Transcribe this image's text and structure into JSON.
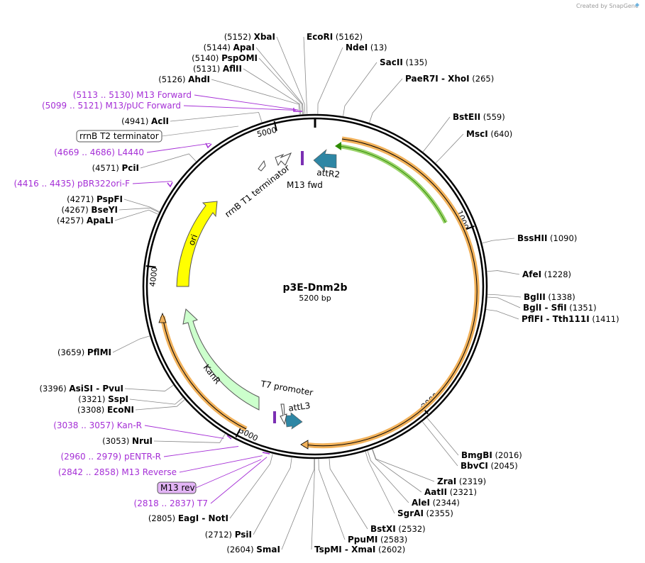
{
  "credit": "Created by SnapGene",
  "plasmid": {
    "name": "p3E-Dnm2b",
    "size_label": "5200 bp",
    "length": 5200
  },
  "ticks": [
    {
      "pos": 1000,
      "label": "1000"
    },
    {
      "pos": 2000,
      "label": "2000"
    },
    {
      "pos": 3000,
      "label": "3000"
    },
    {
      "pos": 4000,
      "label": "4000"
    },
    {
      "pos": 5000,
      "label": "5000"
    }
  ],
  "sites": [
    {
      "pos": 5152,
      "pre": "(5152)",
      "name": "XbaI",
      "anchor": "end"
    },
    {
      "pos": 5144,
      "pre": "(5144)",
      "name": "ApaI",
      "anchor": "end"
    },
    {
      "pos": 5140,
      "pre": "(5140)",
      "name": "PspOMI",
      "anchor": "end"
    },
    {
      "pos": 5131,
      "pre": "(5131)",
      "name": "AflII",
      "anchor": "end"
    },
    {
      "pos": 5126,
      "pre": "(5126)",
      "name": "AhdI",
      "anchor": "end"
    },
    {
      "pos": 4941,
      "pre": "(4941)",
      "name": "AclI",
      "anchor": "end"
    },
    {
      "pos": 4571,
      "pre": "(4571)",
      "name": "PciI",
      "anchor": "end"
    },
    {
      "pos": 4271,
      "pre": "(4271)",
      "name": "PspFI",
      "anchor": "end"
    },
    {
      "pos": 4267,
      "pre": "(4267)",
      "name": "BseYI",
      "anchor": "end"
    },
    {
      "pos": 4257,
      "pre": "(4257)",
      "name": "ApaLI",
      "anchor": "end"
    },
    {
      "pos": 3659,
      "pre": "(3659)",
      "name": "PflMI",
      "anchor": "end"
    },
    {
      "pos": 3396,
      "pre": "(3396)",
      "name": "AsiSI - PvuI",
      "anchor": "end"
    },
    {
      "pos": 3321,
      "pre": "(3321)",
      "name": "SspI",
      "anchor": "end"
    },
    {
      "pos": 3308,
      "pre": "(3308)",
      "name": "EcoNI",
      "anchor": "end"
    },
    {
      "pos": 3053,
      "pre": "(3053)",
      "name": "NruI",
      "anchor": "end"
    },
    {
      "pos": 2805,
      "pre": "(2805)",
      "name": "EagI - NotI",
      "anchor": "end"
    },
    {
      "pos": 2712,
      "pre": "(2712)",
      "name": "PsiI",
      "anchor": "end"
    },
    {
      "pos": 2604,
      "pre": "(2604)",
      "name": "SmaI",
      "anchor": "end"
    },
    {
      "pos": 5162,
      "name": "EcoRI",
      "post": "(5162)",
      "anchor": "start"
    },
    {
      "pos": 13,
      "name": "NdeI",
      "post": "(13)",
      "anchor": "start"
    },
    {
      "pos": 135,
      "name": "SacII",
      "post": "(135)",
      "anchor": "start"
    },
    {
      "pos": 265,
      "name": "PaeR7I - XhoI",
      "post": "(265)",
      "anchor": "start"
    },
    {
      "pos": 559,
      "name": "BstEII",
      "post": "(559)",
      "anchor": "start"
    },
    {
      "pos": 640,
      "name": "MscI",
      "post": "(640)",
      "anchor": "start"
    },
    {
      "pos": 1090,
      "name": "BssHII",
      "post": "(1090)",
      "anchor": "start"
    },
    {
      "pos": 1228,
      "name": "AfeI",
      "post": "(1228)",
      "anchor": "start"
    },
    {
      "pos": 1338,
      "name": "BglII",
      "post": "(1338)",
      "anchor": "start"
    },
    {
      "pos": 1351,
      "name": "BglI - SfiI",
      "post": "(1351)",
      "anchor": "start"
    },
    {
      "pos": 1411,
      "name": "PflFI - Tth111I",
      "post": "(1411)",
      "anchor": "start"
    },
    {
      "pos": 2016,
      "name": "BmgBI",
      "post": "(2016)",
      "anchor": "start"
    },
    {
      "pos": 2045,
      "name": "BbvCI",
      "post": "(2045)",
      "anchor": "start"
    },
    {
      "pos": 2319,
      "name": "ZraI",
      "post": "(2319)",
      "anchor": "start"
    },
    {
      "pos": 2321,
      "name": "AatII",
      "post": "(2321)",
      "anchor": "start"
    },
    {
      "pos": 2344,
      "name": "AleI",
      "post": "(2344)",
      "anchor": "start"
    },
    {
      "pos": 2355,
      "name": "SgrAI",
      "post": "(2355)",
      "anchor": "start"
    },
    {
      "pos": 2532,
      "name": "BstXI",
      "post": "(2532)",
      "anchor": "start"
    },
    {
      "pos": 2583,
      "name": "PpuMI",
      "post": "(2583)",
      "anchor": "start"
    },
    {
      "pos": 2602,
      "name": "TspMI - XmaI",
      "post": "(2602)",
      "anchor": "start"
    }
  ],
  "primers": [
    {
      "start": 5113,
      "end": 5130,
      "range": "(5113 .. 5130)",
      "name": "M13 Forward"
    },
    {
      "start": 5099,
      "end": 5121,
      "range": "(5099 .. 5121)",
      "name": "M13/pUC Forward"
    },
    {
      "start": 4669,
      "end": 4686,
      "range": "(4669 .. 4686)",
      "name": "L4440"
    },
    {
      "start": 4416,
      "end": 4435,
      "range": "(4416 .. 4435)",
      "name": "pBR322ori-F"
    },
    {
      "start": 3038,
      "end": 3057,
      "range": "(3038 .. 3057)",
      "name": "Kan-R"
    },
    {
      "start": 2960,
      "end": 2979,
      "range": "(2960 .. 2979)",
      "name": "pENTR-R"
    },
    {
      "start": 2842,
      "end": 2858,
      "range": "(2842 .. 2858)",
      "name": "M13 Reverse"
    },
    {
      "start": 2818,
      "end": 2837,
      "range": "(2818 .. 2837)",
      "name": "T7"
    }
  ],
  "boxed_labels": [
    {
      "text": "rrnB T2 terminator",
      "style": "plain"
    },
    {
      "text": "M13 rev",
      "style": "primer"
    }
  ],
  "features": [
    {
      "name": "ori",
      "type": "origin",
      "color": "#ffff00"
    },
    {
      "name": "KanR",
      "type": "cds",
      "color": "#ccffcc"
    },
    {
      "name": "attR2",
      "type": "att",
      "color": "#2e86a4"
    },
    {
      "name": "attL3",
      "type": "att",
      "color": "#2e86a4"
    },
    {
      "name": "rrnB T1 terminator",
      "type": "terminator",
      "color": "#ffffff"
    },
    {
      "name": "M13 fwd",
      "type": "primer_bind",
      "color": "#7b2fb3"
    },
    {
      "name": "T7 promoter",
      "type": "promoter",
      "color": "#ffffff"
    }
  ],
  "colors": {
    "backbone": "#000000",
    "primer": "#a52fd6",
    "orf": "#f2b25b",
    "orf_inner_green": "#2e8b00"
  }
}
